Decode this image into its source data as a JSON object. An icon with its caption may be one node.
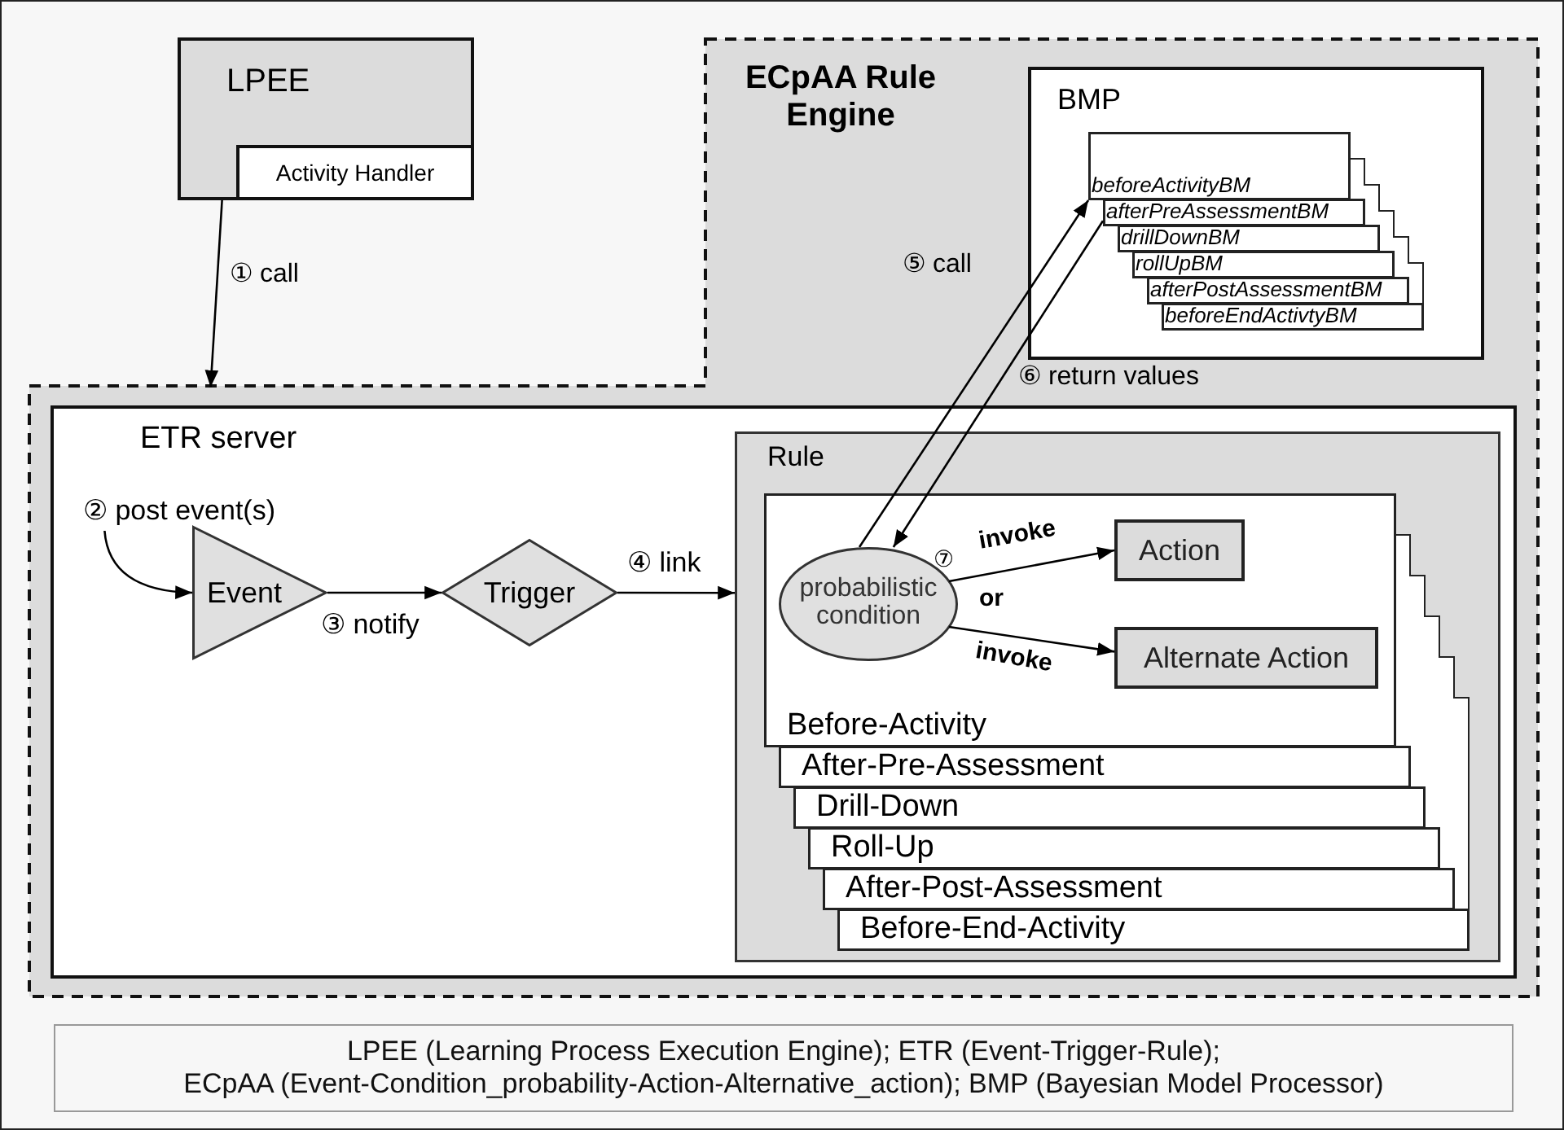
{
  "diagram": {
    "nodes": [
      {
        "text": [
          "LPEE"
        ]
      },
      {
        "text": [
          "Activity Handler"
        ],
        "in": 0
      },
      {
        "text": [
          "ECpAA Rule Engine"
        ]
      },
      {
        "text": [
          "BMP"
        ],
        "in": 2
      },
      {
        "text": [
          "beforeActivityBM"
        ],
        "in": 3
      },
      {
        "text": [
          "afterPreAssessmentBM"
        ],
        "in": 3
      },
      {
        "text": [
          "drillDownBM"
        ],
        "in": 3
      },
      {
        "text": [
          "rollUpBM"
        ],
        "in": 3
      },
      {
        "text": [
          "afterPostAssessmentBM"
        ],
        "in": 3
      },
      {
        "text": [
          "beforeEndActivtyBM"
        ],
        "in": 3
      },
      {
        "text": [
          "ETR server"
        ],
        "in": 2
      },
      {
        "text": [
          "② post event(s)"
        ],
        "in": 10
      },
      {
        "text": [
          "Event"
        ],
        "in": 10
      },
      {
        "text": [
          "Trigger"
        ],
        "in": 10
      },
      {
        "text": [
          "Rule"
        ],
        "in": 10
      },
      {
        "text": [
          "Before-Activity"
        ],
        "in": 14
      },
      {
        "text": [
          "After-Pre-Assessment"
        ],
        "in": 14
      },
      {
        "text": [
          "Drill-Down"
        ],
        "in": 14
      },
      {
        "text": [
          "Roll-Up"
        ],
        "in": 14
      },
      {
        "text": [
          "After-Post-Assessment"
        ],
        "in": 14
      },
      {
        "text": [
          "Before-End-Activity"
        ],
        "in": 14
      },
      {
        "text": [
          "probabilistic condition"
        ],
        "in": 15
      },
      {
        "text": [
          "Action"
        ],
        "in": 15
      },
      {
        "text": [
          "Alternate Action"
        ],
        "in": 15
      },
      {
        "text": [
          "LPEE (Learning Process Execution Engine); ETR (Event-Trigger-Rule);",
          "ECpAA (Event-Condition_probability-Action-Alternative_action); BMP (Bayesian Model Processor)"
        ]
      }
    ],
    "edges": [
      {
        "from": 0,
        "to": 2,
        "arrow": "to",
        "label": "① call"
      },
      {
        "from": 11,
        "to": 12,
        "arrow": "to"
      },
      {
        "from": 12,
        "to": 13,
        "arrow": "to",
        "label": "③ notify"
      },
      {
        "from": 13,
        "to": 14,
        "arrow": "to",
        "label": "④ link"
      },
      {
        "from": 21,
        "to": 4,
        "arrow": "to",
        "label": "⑤ call"
      },
      {
        "from": 5,
        "to": 21,
        "arrow": "to",
        "label": "⑥ return values"
      },
      {
        "from": 21,
        "to": 22,
        "arrow": "to",
        "label": "invoke"
      },
      {
        "from": 21,
        "to": 23,
        "arrow": "to",
        "label": "invoke"
      }
    ],
    "labels": [
      "⑦",
      "or"
    ]
  }
}
